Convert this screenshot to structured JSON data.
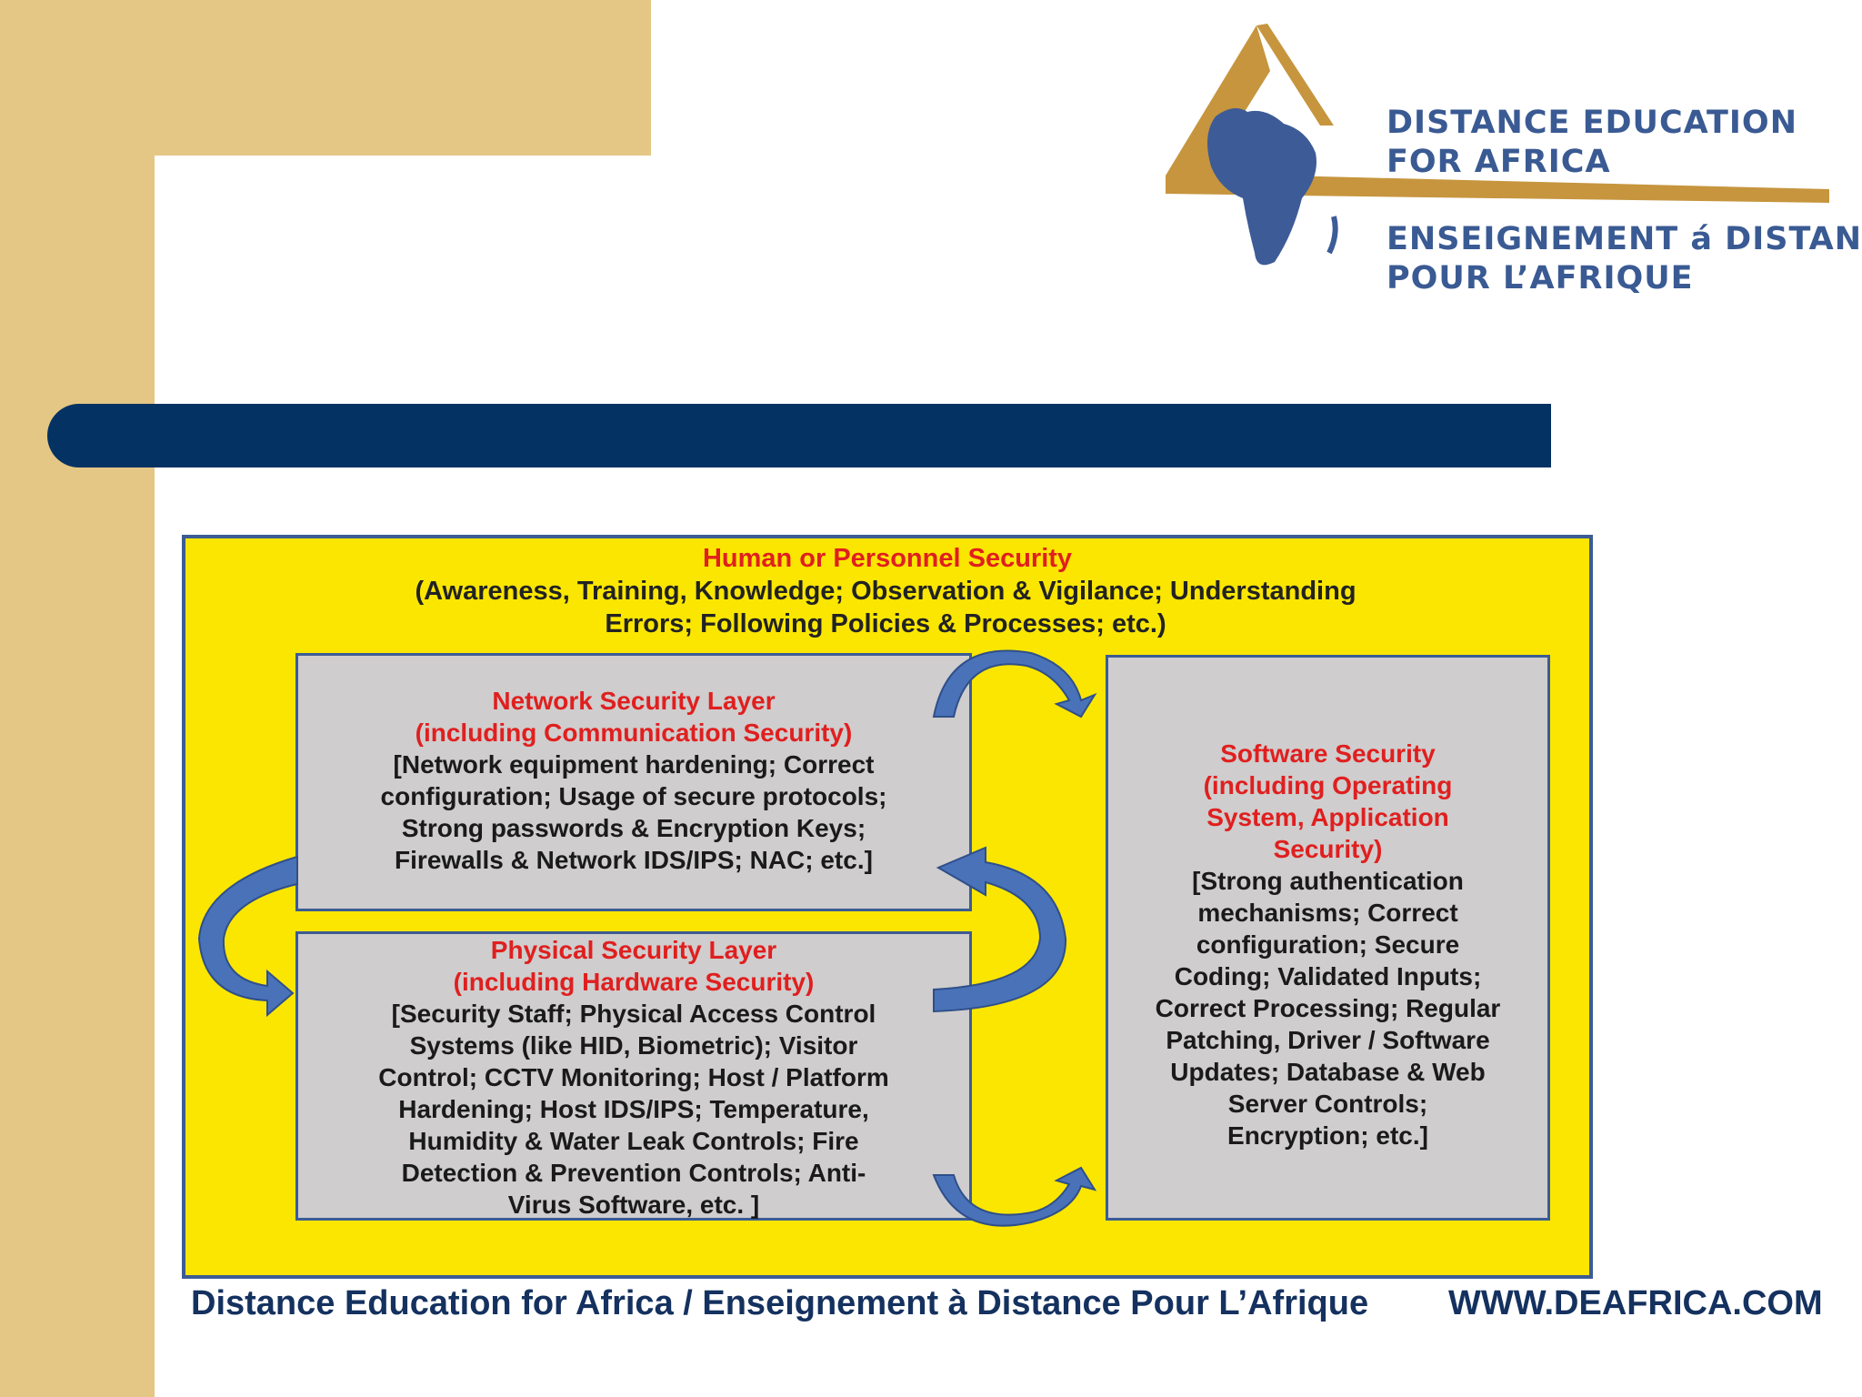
{
  "branding": {
    "logo_line1": "DISTANCE EDUCATION",
    "logo_line2": "FOR AFRICA",
    "logo_line3": "ENSEIGNEMENT á DISTANCE",
    "logo_line4": "POUR L’AFRIQUE"
  },
  "diagram": {
    "outer_title": "Human or Personnel Security",
    "outer_desc_line1": "(Awareness,  Training, Knowledge; Observation & Vigilance; Understanding",
    "outer_desc_line2": "Errors; Following Policies & Processes;  etc.)",
    "network": {
      "title1": "Network Security Layer",
      "title2": "(including Communication Security)",
      "lines": [
        "[Network equipment hardening; Correct",
        "configuration; Usage of secure protocols;",
        "Strong passwords & Encryption Keys;",
        "Firewalls & Network IDS/IPS;   NAC; etc.]"
      ]
    },
    "physical": {
      "title1": "Physical Security Layer",
      "title2": "(including Hardware Security)",
      "lines": [
        "[Security Staff; Physical Access  Control",
        "Systems (like HID, Biometric); Visitor",
        "Control; CCTV Monitoring;  Host / Platform",
        "Hardening; Host IDS/IPS; Temperature,",
        "Humidity & Water Leak Controls; Fire",
        "Detection & Prevention Controls; Anti-",
        "Virus Software, etc. ]"
      ]
    },
    "software": {
      "title_lines": [
        "Software Security",
        "(including Operating",
        "System, Application",
        "Security)"
      ],
      "lines": [
        "[Strong authentication",
        "mechanisms; Correct",
        "configuration; Secure",
        "Coding; Validated Inputs;",
        "Correct Processing; Regular",
        "Patching, Driver / Software",
        "Updates; Database & Web",
        "Server Controls;",
        "Encryption; etc.]"
      ]
    }
  },
  "footer": {
    "text": "Distance Education for Africa / Enseignement à Distance Pour L’Afrique",
    "url": "WWW.DEAFRICA.COM"
  },
  "colors": {
    "tan": "#e4c785",
    "navy": "#033263",
    "yellow": "#fae600",
    "box_gray": "#cfcdcd",
    "red_title": "#e01f1f",
    "arrow_blue": "#4a72b8"
  }
}
